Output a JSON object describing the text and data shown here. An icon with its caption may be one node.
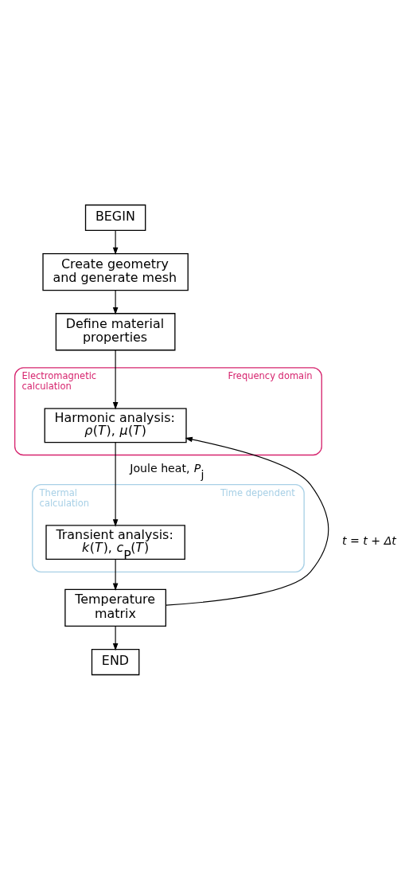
{
  "diagram": {
    "nodes": [
      {
        "text": [
          "BEGIN"
        ]
      },
      {
        "text": [
          "Create geometry and generate mesh"
        ]
      },
      {
        "text": [
          "Define material properties"
        ]
      },
      {
        "text": [
          "Electromagnetic calculation",
          "Frequency domain"
        ]
      },
      {
        "text": [
          "Harmonic analysis:",
          "*ρ*(*T*), *μ*(*T*)"
        ],
        "in": 3
      },
      {
        "text": [
          "Thermal calculation",
          "Time dependent"
        ]
      },
      {
        "text": [
          "Transient analysis:",
          "*k*(*T*), *c*$_{P}$(*T*)"
        ],
        "in": 5
      },
      {
        "text": [
          "Temperature matrix"
        ]
      },
      {
        "text": [
          "END"
        ]
      }
    ],
    "edges": [
      {
        "from": 0,
        "to": 1,
        "arrow": "to"
      },
      {
        "from": 1,
        "to": 2,
        "arrow": "to"
      },
      {
        "from": 2,
        "to": 4,
        "arrow": "to"
      },
      {
        "from": 4,
        "to": 6,
        "arrow": "to",
        "label": "Joule heat, *P*$_{j}$"
      },
      {
        "from": 6,
        "to": 7,
        "arrow": "to"
      },
      {
        "from": 7,
        "to": 8,
        "arrow": "to"
      },
      {
        "from": 7,
        "to": 4,
        "arrow": "to",
        "label": "t = t + Δt"
      }
    ]
  }
}
